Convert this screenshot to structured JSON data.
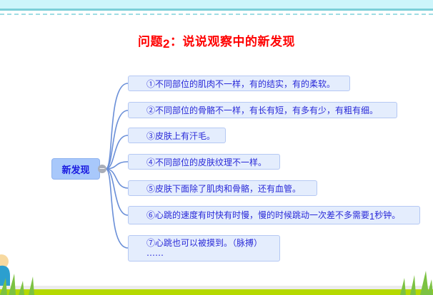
{
  "title": {
    "prefix": "问题",
    "number": "2",
    "suffix": "：说说观察中的新发现"
  },
  "center_node": {
    "label": "新发现",
    "collapse_symbol": "−"
  },
  "nodes": [
    {
      "text": "①不同部位的肌肉不一样，有的结实，有的柔软。"
    },
    {
      "text": "②不同部位的骨骼不一样，有长有短，有多有少，有粗有细。"
    },
    {
      "text": "③皮肤上有汗毛。"
    },
    {
      "text": "④不同部位的皮肤纹理不一样。"
    },
    {
      "text": "⑤皮肤下面除了肌肉和骨骼，还有血管。"
    },
    {
      "text_before": "⑥心跳的速度有时快有时慢，慢的时候跳动一次差不多需要",
      "number": "1",
      "text_after": "秒钟。"
    },
    {
      "text": "⑦心跳也可以被摸到。（脉搏）",
      "text2": "……"
    }
  ],
  "colors": {
    "title": "#ff0000",
    "node_text": "#2a2ad8",
    "node_bg": "#e4edfd",
    "center_bg": "#a8c8fb",
    "link": "#6a8fd8"
  }
}
